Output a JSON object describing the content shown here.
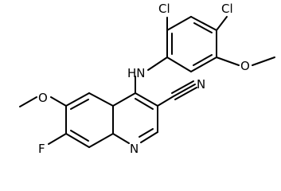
{
  "atom_labels": {
    "cl_left": "Cl",
    "cl_right": "Cl",
    "nh": "HN",
    "o_methoxy_right": "O",
    "o_methoxy_left": "O",
    "nitrile_n": "N",
    "fluorine": "F",
    "ring_n": "N"
  }
}
